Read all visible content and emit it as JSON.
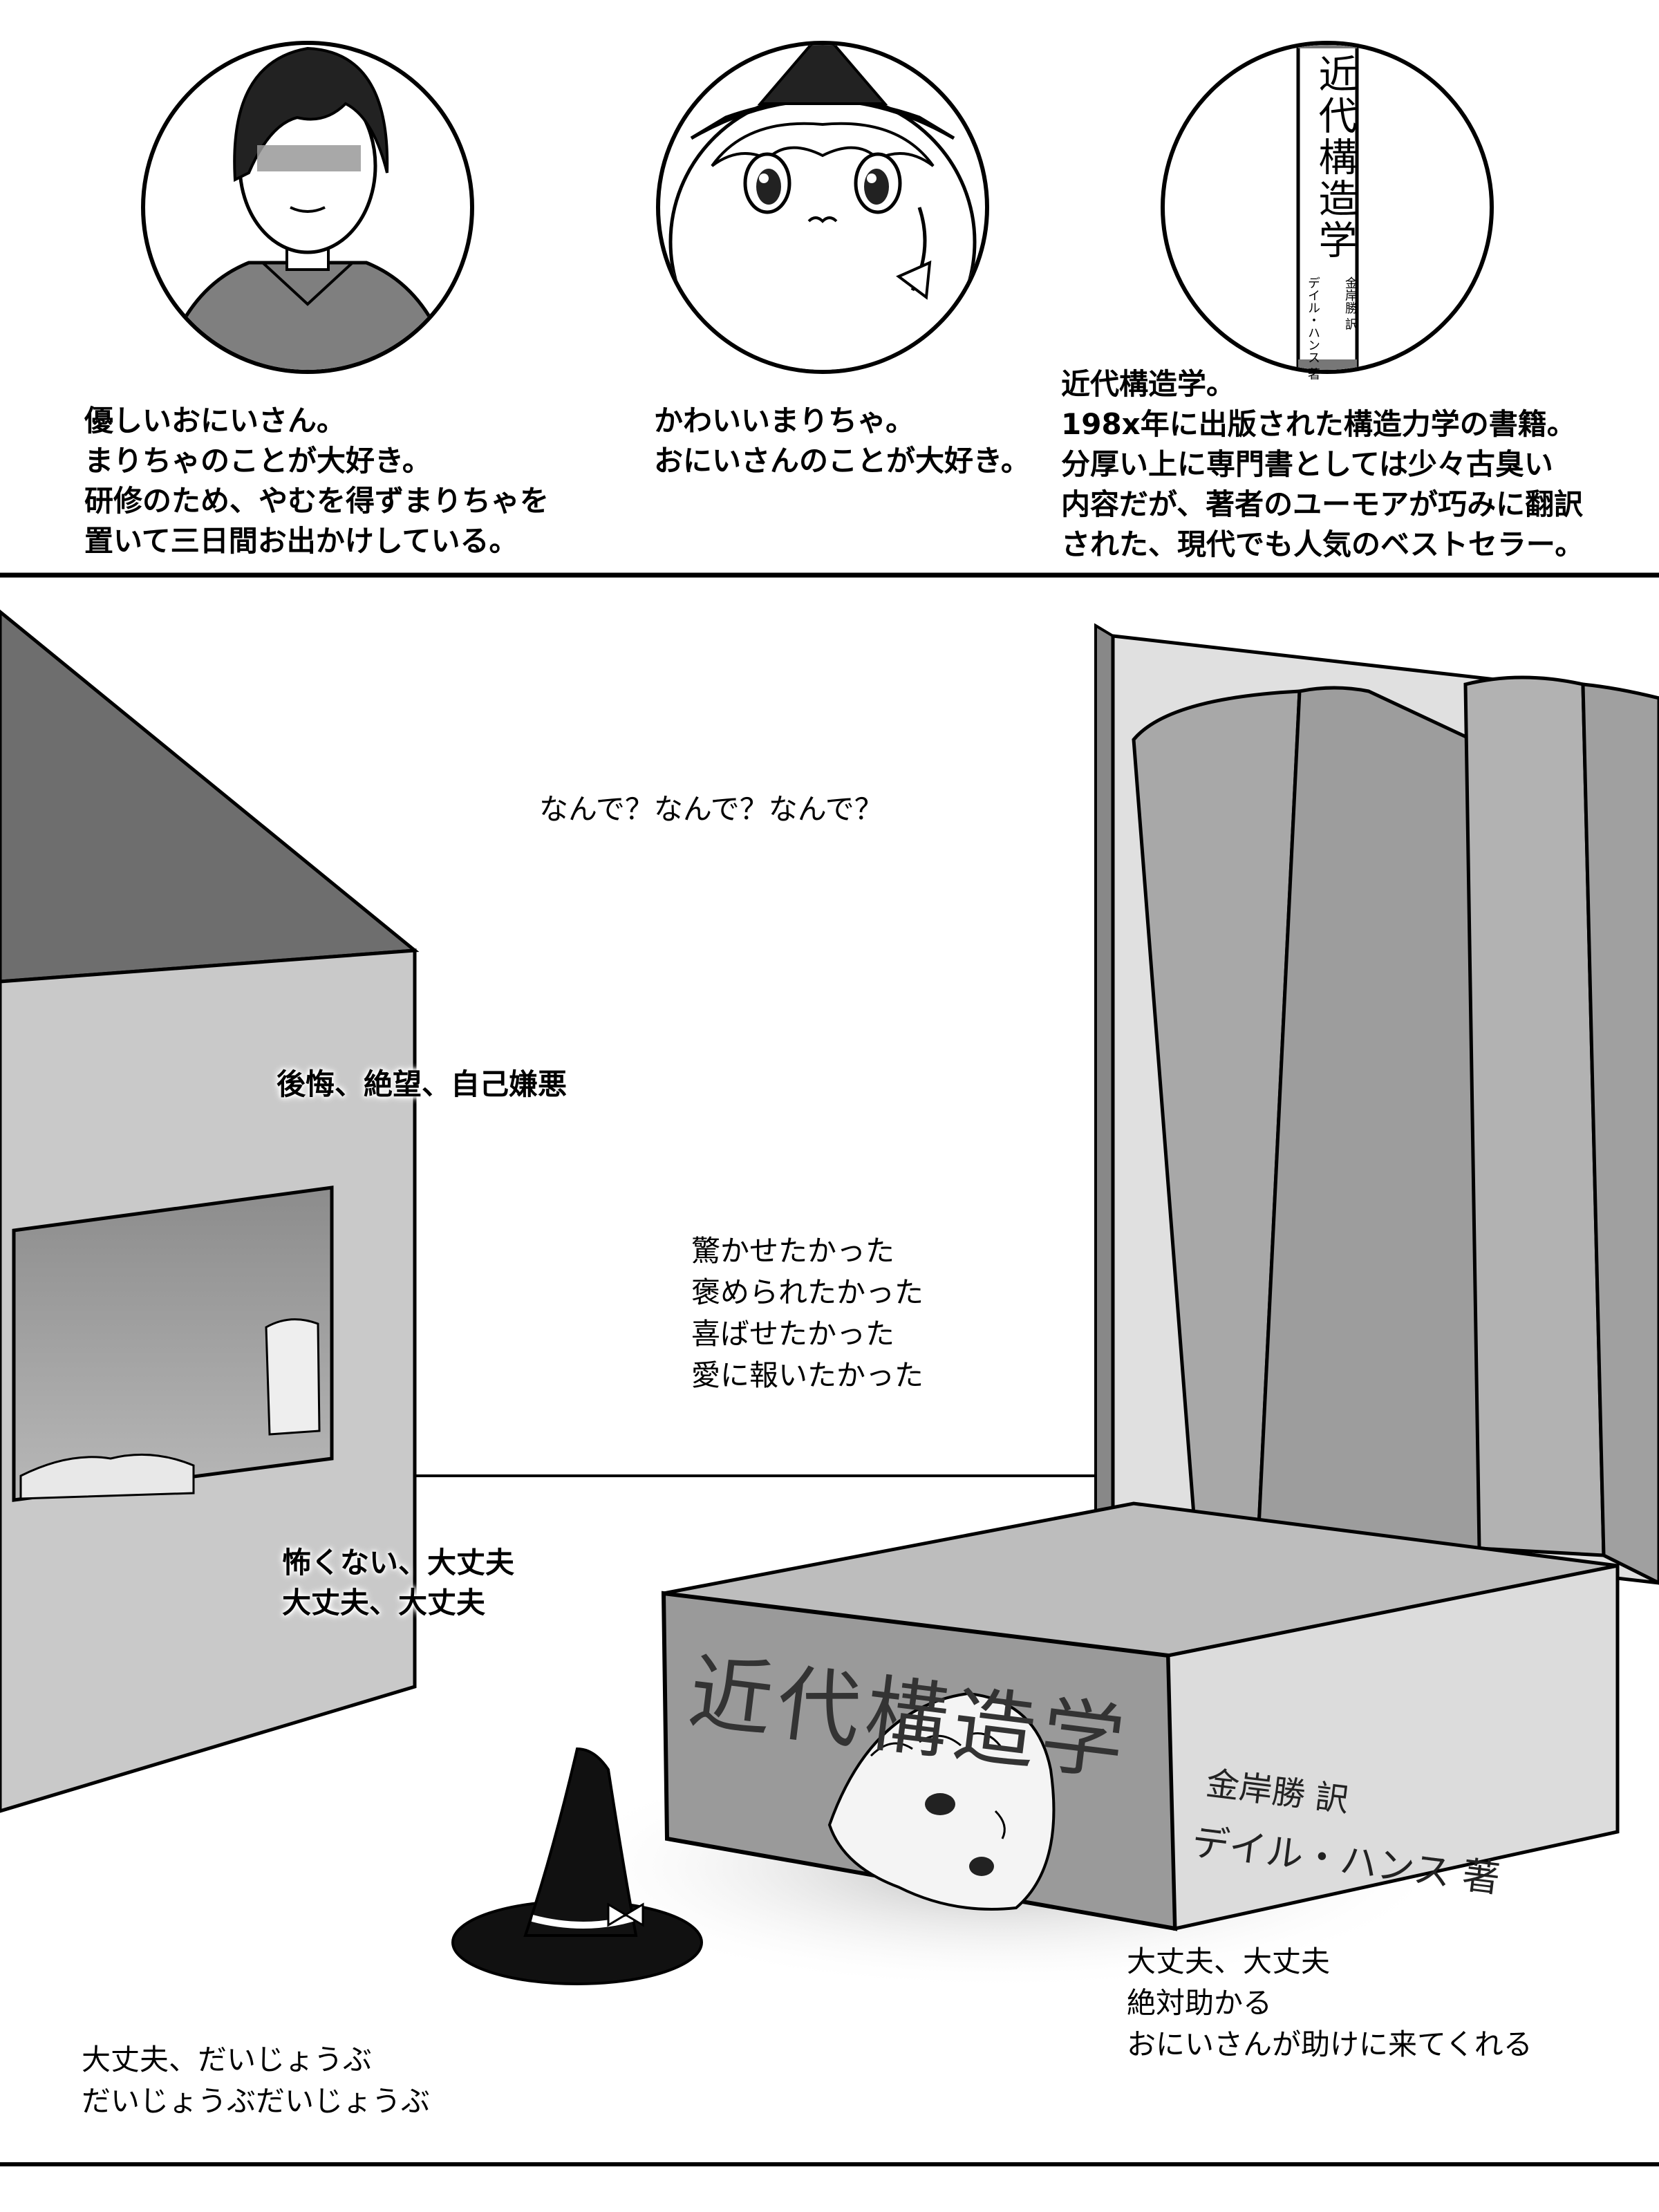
{
  "top_panel": {
    "character_1": {
      "caption": "優しいおにいさん。\nまりちゃのことが大好き。\n研修のため、やむを得ずまりちゃを\n置いて三日間お出かけしている。"
    },
    "character_2": {
      "caption": "かわいいまりちゃ。\nおにいさんのことが大好き。"
    },
    "book_portrait": {
      "spine_title": "近代構造学",
      "spine_translator": "金岸勝 訳",
      "spine_author": "デイル・ハンス 著",
      "caption": "近代構造学。\n198x年に出版された構造力学の書籍。\n分厚い上に専門書としては少々古臭い\n内容だが、著者のユーモアが巧みに翻訳\nされた、現代でも人気のベストセラー。"
    }
  },
  "scene_panel": {
    "monologue_1": "なんで？なんで？なんで？",
    "monologue_2": "後悔、絶望、自己嫌悪",
    "monologue_3": "驚かせたかった\n褒められたかった\n喜ばせたかった\n愛に報いたかった",
    "monologue_4": "怖くない、大丈夫\n大丈夫、大丈夫",
    "monologue_5": "大丈夫、大丈夫\n絶対助かる\nおにいさんが助けに来てくれる",
    "monologue_6": "大丈夫、だいじょうぶ\nだいじょうぶだいじょうぶ",
    "fallen_book": {
      "title": "近代構造学",
      "translator": "金岸勝 訳",
      "author": "デイル・ハンス 著"
    }
  },
  "colors": {
    "ink": "#000000",
    "paper": "#ffffff",
    "house_roof": "#6e6e6e",
    "house_wall": "#c9c9c9",
    "book_gray": "#a8a8a8",
    "book_spine": "#9a9a9a"
  }
}
